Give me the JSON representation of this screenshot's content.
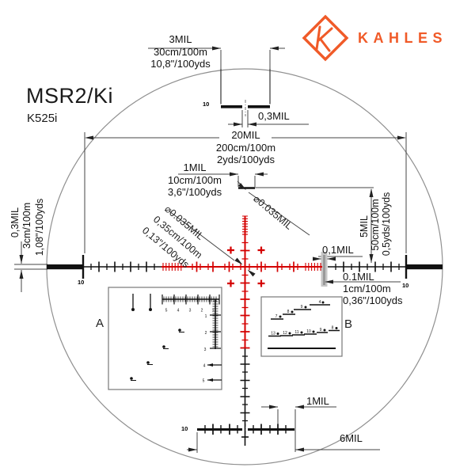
{
  "brand": {
    "name": "KAHLES",
    "color": "#f05a28"
  },
  "product": {
    "title": "MSR2/Ki",
    "subtitle": "K525i"
  },
  "dims": {
    "top_post": {
      "mil": "3MIL",
      "metric": "30cm/100m",
      "imperial": "10,8\"/100yds"
    },
    "top_gap_mil": "0,3MIL",
    "fov": {
      "mil": "20MIL",
      "metric": "200cm/100m",
      "imperial": "2yds/100yds"
    },
    "one_mil_tick": {
      "mil": "1MIL",
      "metric": "10cm/100m",
      "imperial": "3,6\"/100yds"
    },
    "stroke_right_mil": "⌀0.035MIL",
    "stroke_center": {
      "mil": "⌀0.035MIL",
      "metric": "0,35cm/100m",
      "imperial": "0,13\"/100yds"
    },
    "left_post": {
      "mil": "0,3MIL",
      "metric": "3cm/100m",
      "imperial": "1,08\"/100yds"
    },
    "right_drop": {
      "mil": "5MIL",
      "metric": "50cm/100m",
      "imperial": "0,5yds/100yds"
    },
    "fine_tick_mil": "0,1MIL",
    "fine_tick_detail": {
      "mil": "0.1MIL",
      "metric": "1cm/100m",
      "imperial": "0,36\"/100yds"
    },
    "bottom_one_mil": "1MIL",
    "bottom_six_mil": "6MIL",
    "ten_left": "10",
    "ten_top": "10",
    "ten_right": "10",
    "ten_bottom": "10"
  },
  "insets": {
    "a": {
      "label": "A",
      "h_scale_numbers": [
        "5",
        "4",
        "3",
        "2",
        "1"
      ],
      "v_scale_numbers": [
        "1",
        "2",
        "3",
        "4",
        "5"
      ]
    },
    "b": {
      "label": "B",
      "upper_numbers": [
        "7",
        "8",
        "9",
        "4"
      ],
      "lower_numbers": [
        "13",
        "12",
        "11",
        "10",
        "9",
        "8"
      ]
    }
  }
}
